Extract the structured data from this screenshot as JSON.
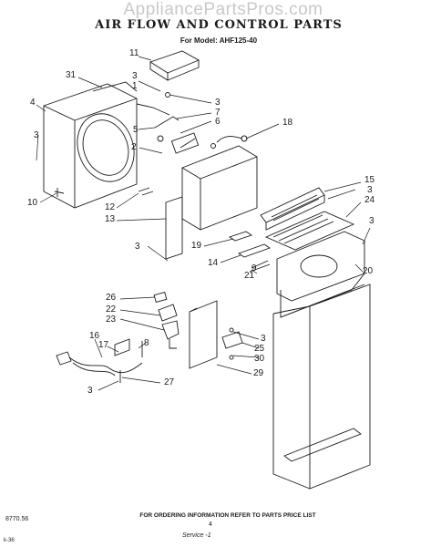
{
  "watermark": "AppliancePartsPros.com",
  "title": "AIR FLOW AND CONTROL PARTS",
  "model_line": "For Model: AHF125-40",
  "footer": "FOR ORDERING INFORMATION REFER TO PARTS PRICE LIST",
  "drawing_code": "8770.56",
  "page_number": "4",
  "signature": "Service ◦1",
  "corner_mark": "k-36",
  "callouts": [
    {
      "id": "c11",
      "text": "11"
    },
    {
      "id": "c31",
      "text": "31"
    },
    {
      "id": "c3a",
      "text": "3"
    },
    {
      "id": "c1",
      "text": "1"
    },
    {
      "id": "c4",
      "text": "4"
    },
    {
      "id": "c3b",
      "text": "3"
    },
    {
      "id": "c7",
      "text": "7"
    },
    {
      "id": "c6",
      "text": "6"
    },
    {
      "id": "c5",
      "text": "5"
    },
    {
      "id": "c18",
      "text": "18"
    },
    {
      "id": "c3c",
      "text": "3"
    },
    {
      "id": "c2",
      "text": "2"
    },
    {
      "id": "c10",
      "text": "10"
    },
    {
      "id": "c15",
      "text": "15"
    },
    {
      "id": "c3d",
      "text": "3"
    },
    {
      "id": "c24",
      "text": "24"
    },
    {
      "id": "c12",
      "text": "12"
    },
    {
      "id": "c13",
      "text": "13"
    },
    {
      "id": "c3e",
      "text": "3"
    },
    {
      "id": "c19",
      "text": "19"
    },
    {
      "id": "c3f",
      "text": "3"
    },
    {
      "id": "c14",
      "text": "14"
    },
    {
      "id": "c21",
      "text": "21"
    },
    {
      "id": "c9",
      "text": "9"
    },
    {
      "id": "c20",
      "text": "20"
    },
    {
      "id": "c26",
      "text": "26"
    },
    {
      "id": "c22",
      "text": "22"
    },
    {
      "id": "c23",
      "text": "23"
    },
    {
      "id": "c3g",
      "text": "3"
    },
    {
      "id": "c25",
      "text": "25"
    },
    {
      "id": "c30",
      "text": "30"
    },
    {
      "id": "c16",
      "text": "16"
    },
    {
      "id": "c17",
      "text": "17"
    },
    {
      "id": "c8",
      "text": "8"
    },
    {
      "id": "c29",
      "text": "29"
    },
    {
      "id": "c3h",
      "text": "3"
    },
    {
      "id": "c27",
      "text": "27"
    }
  ]
}
